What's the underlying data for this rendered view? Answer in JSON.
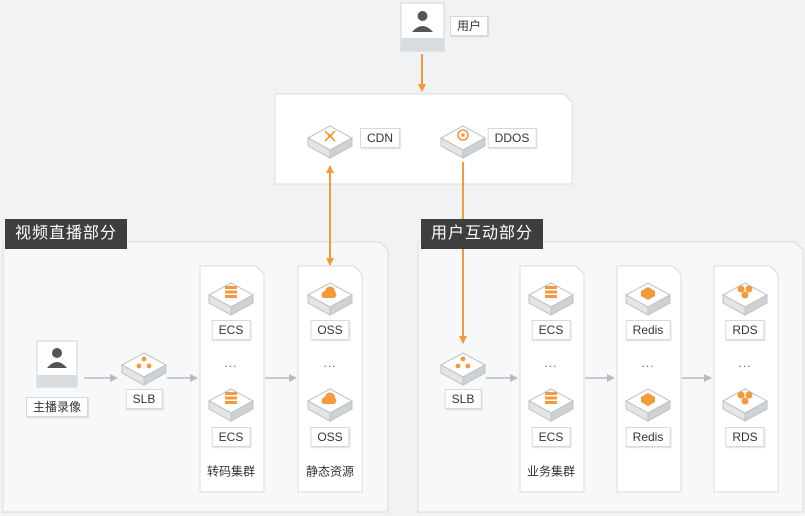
{
  "user": {
    "label": "用户"
  },
  "edge": {
    "cdn": "CDN",
    "ddos": "DDOS"
  },
  "live": {
    "title": "视频直播部分",
    "recorder": "主播录像",
    "slb": "SLB",
    "ecs_top": "ECS",
    "ecs_bottom": "ECS",
    "ellipsis_ecs": "...",
    "transcode_cluster": "转码集群",
    "oss_top": "OSS",
    "oss_bottom": "OSS",
    "ellipsis_oss": "...",
    "static_resources": "静态资源"
  },
  "interact": {
    "title": "用户互动部分",
    "slb": "SLB",
    "ecs_top": "ECS",
    "ecs_bottom": "ECS",
    "ellipsis_ecs": "...",
    "business_cluster": "业务集群",
    "redis_top": "Redis",
    "redis_bottom": "Redis",
    "ellipsis_redis": "...",
    "rds_top": "RDS",
    "rds_bottom": "RDS",
    "ellipsis_rds": "..."
  },
  "colors": {
    "accent": "#f39a3c",
    "connector_gray": "#b9bcbf",
    "tag_bg": "#3e3e3e",
    "panel_bg": "#f7f8f9"
  }
}
